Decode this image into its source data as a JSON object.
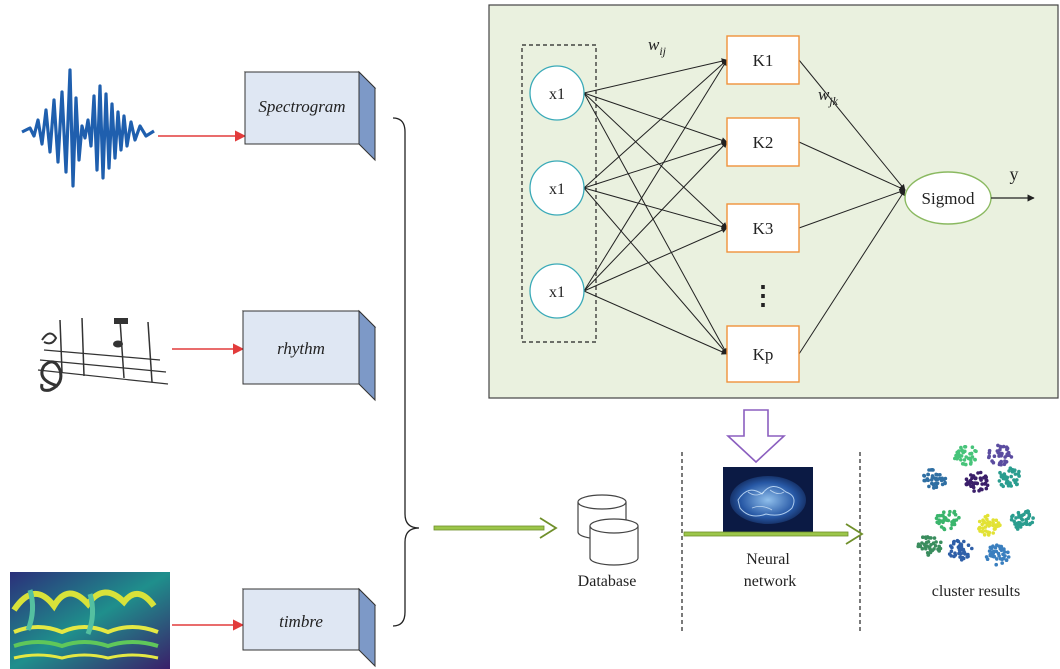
{
  "inputs": [
    {
      "label": "Spectrogram",
      "icon": "waveform-icon"
    },
    {
      "label": "rhythm",
      "icon": "music-notes-icon"
    },
    {
      "label": "timbre",
      "icon": "spectrogram-heatmap-icon"
    }
  ],
  "network": {
    "input_nodes": [
      "x1",
      "x1",
      "x1"
    ],
    "hidden_nodes": [
      "K1",
      "K2",
      "K3",
      "Kp"
    ],
    "ellipsis": "⋮",
    "output_node": "Sigmod",
    "output_label": "y",
    "weight_ij": {
      "base": "w",
      "sub": "ij"
    },
    "weight_jk": {
      "base": "w",
      "sub": "jk"
    }
  },
  "pipeline": {
    "database": "Database",
    "neural_network": [
      "Neural",
      "network"
    ],
    "cluster": "cluster results"
  },
  "colors": {
    "panel_bg": "#eaf1df",
    "box_face": "#dfe7f3",
    "arrow_red": "#e23b3b",
    "arrow_green": "#8cb33a",
    "node_teal": "#3aaab8",
    "node_orange": "#f0923a",
    "node_green": "#8ab960",
    "down_arrow": "#8b5fbf"
  }
}
